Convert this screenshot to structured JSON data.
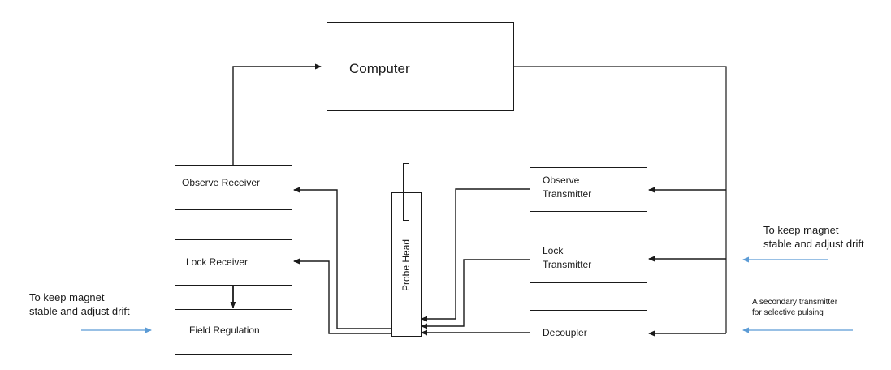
{
  "blocks": {
    "computer": "Computer",
    "observe_receiver": "Observe Receiver",
    "lock_receiver": "Lock Receiver",
    "field_regulation": "Field Regulation",
    "probe_head": "Probe Head",
    "observe_transmitter": [
      "Observe",
      "Transmitter"
    ],
    "lock_transmitter": [
      "Lock",
      "Transmitter"
    ],
    "decoupler": "Decoupler"
  },
  "notes": {
    "left_drift": [
      "To keep magnet",
      "stable and adjust drift"
    ],
    "right_drift": [
      "To keep magnet",
      "stable and adjust drift"
    ],
    "secondary_transmitter": [
      "A secondary transmitter",
      "for selective pulsing"
    ]
  },
  "colors": {
    "line": "#1a1a1a",
    "annotation_arrow": "#5b9bd5"
  }
}
